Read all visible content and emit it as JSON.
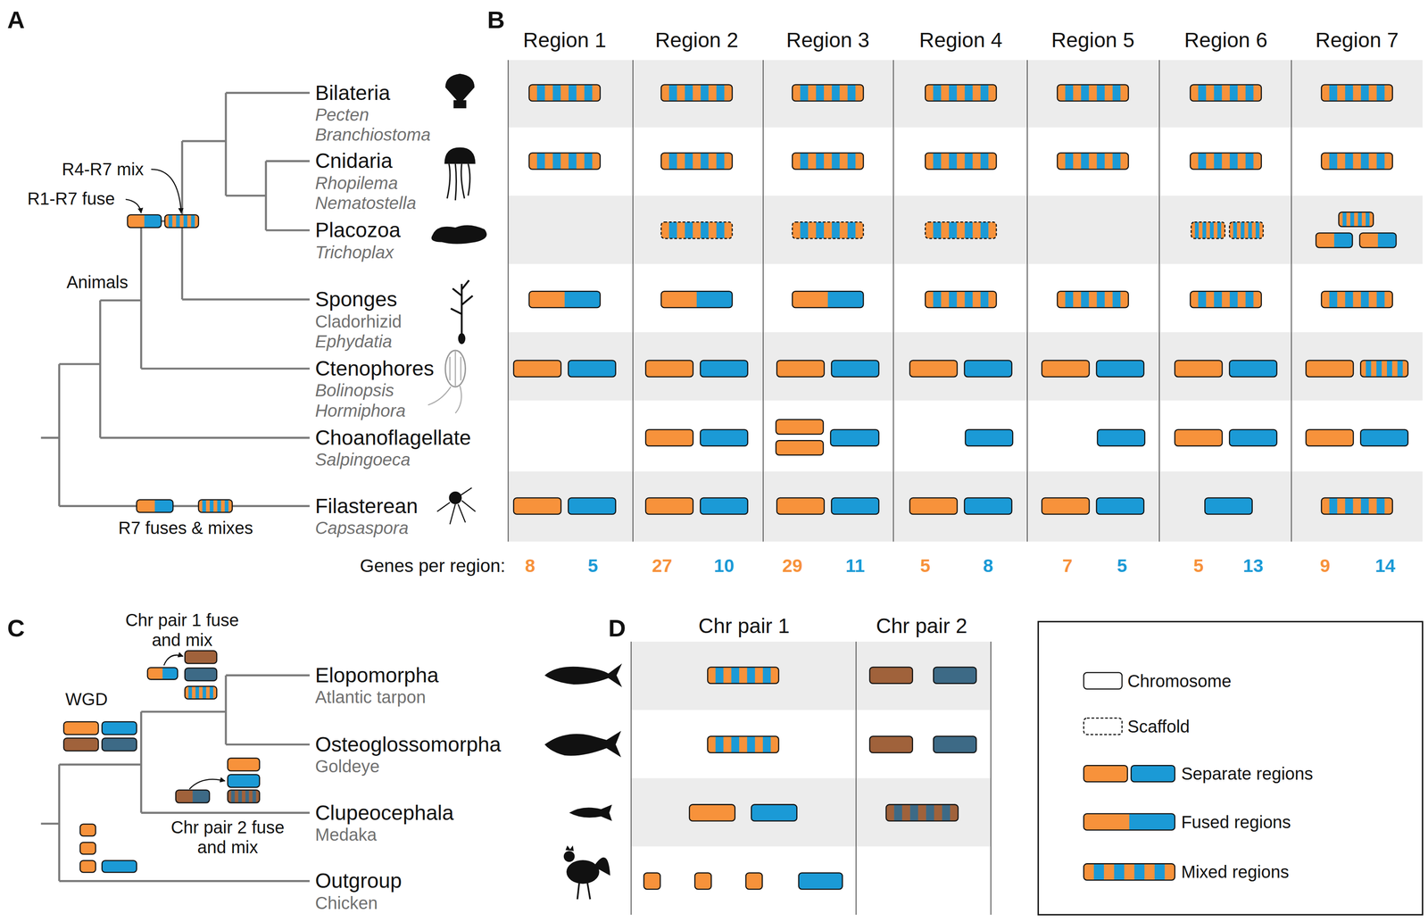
{
  "diagram": {
    "labels": [
      "A",
      "B",
      "C",
      "D",
      "Region 1",
      "Region 2",
      "Region 3",
      "Region 4",
      "Region 5",
      "Region 6",
      "Region 7",
      "Bilateria",
      "Pecten",
      "Branchiostoma",
      "Cnidaria",
      "Rhopilema",
      "Nematostella",
      "Placozoa",
      "Trichoplax",
      "Sponges",
      "Cladorhizid",
      "Ephydatia",
      "Ctenophores",
      "Bolinopsis",
      "Hormiphora",
      "Choanoflagellate",
      "Salpingoeca",
      "Filasterean",
      "Capsaspora",
      "R4-R7 mix",
      "R1-R7 fuse",
      "Animals",
      "R7 fuses & mixes",
      "Genes per region:",
      "8",
      "5",
      "27",
      "10",
      "29",
      "11",
      "5",
      "8",
      "7",
      "5",
      "5",
      "13",
      "9",
      "14",
      "Chr pair 1 fuse and mix",
      "WGD",
      "Chr pair 2 fuse and mix",
      "Elopomorpha",
      "Atlantic tarpon",
      "Osteoglossomorpha",
      "Goldeye",
      "Clupeocephala",
      "Medaka",
      "Outgroup",
      "Chicken",
      "Chr pair 1",
      "Chr pair 2"
    ],
    "legend": [
      {
        "text": "Chromosome"
      },
      {
        "text": "Scaffold"
      },
      {
        "text": "Separate regions"
      },
      {
        "text": "Fused regions"
      },
      {
        "text": "Mixed regions"
      }
    ]
  }
}
